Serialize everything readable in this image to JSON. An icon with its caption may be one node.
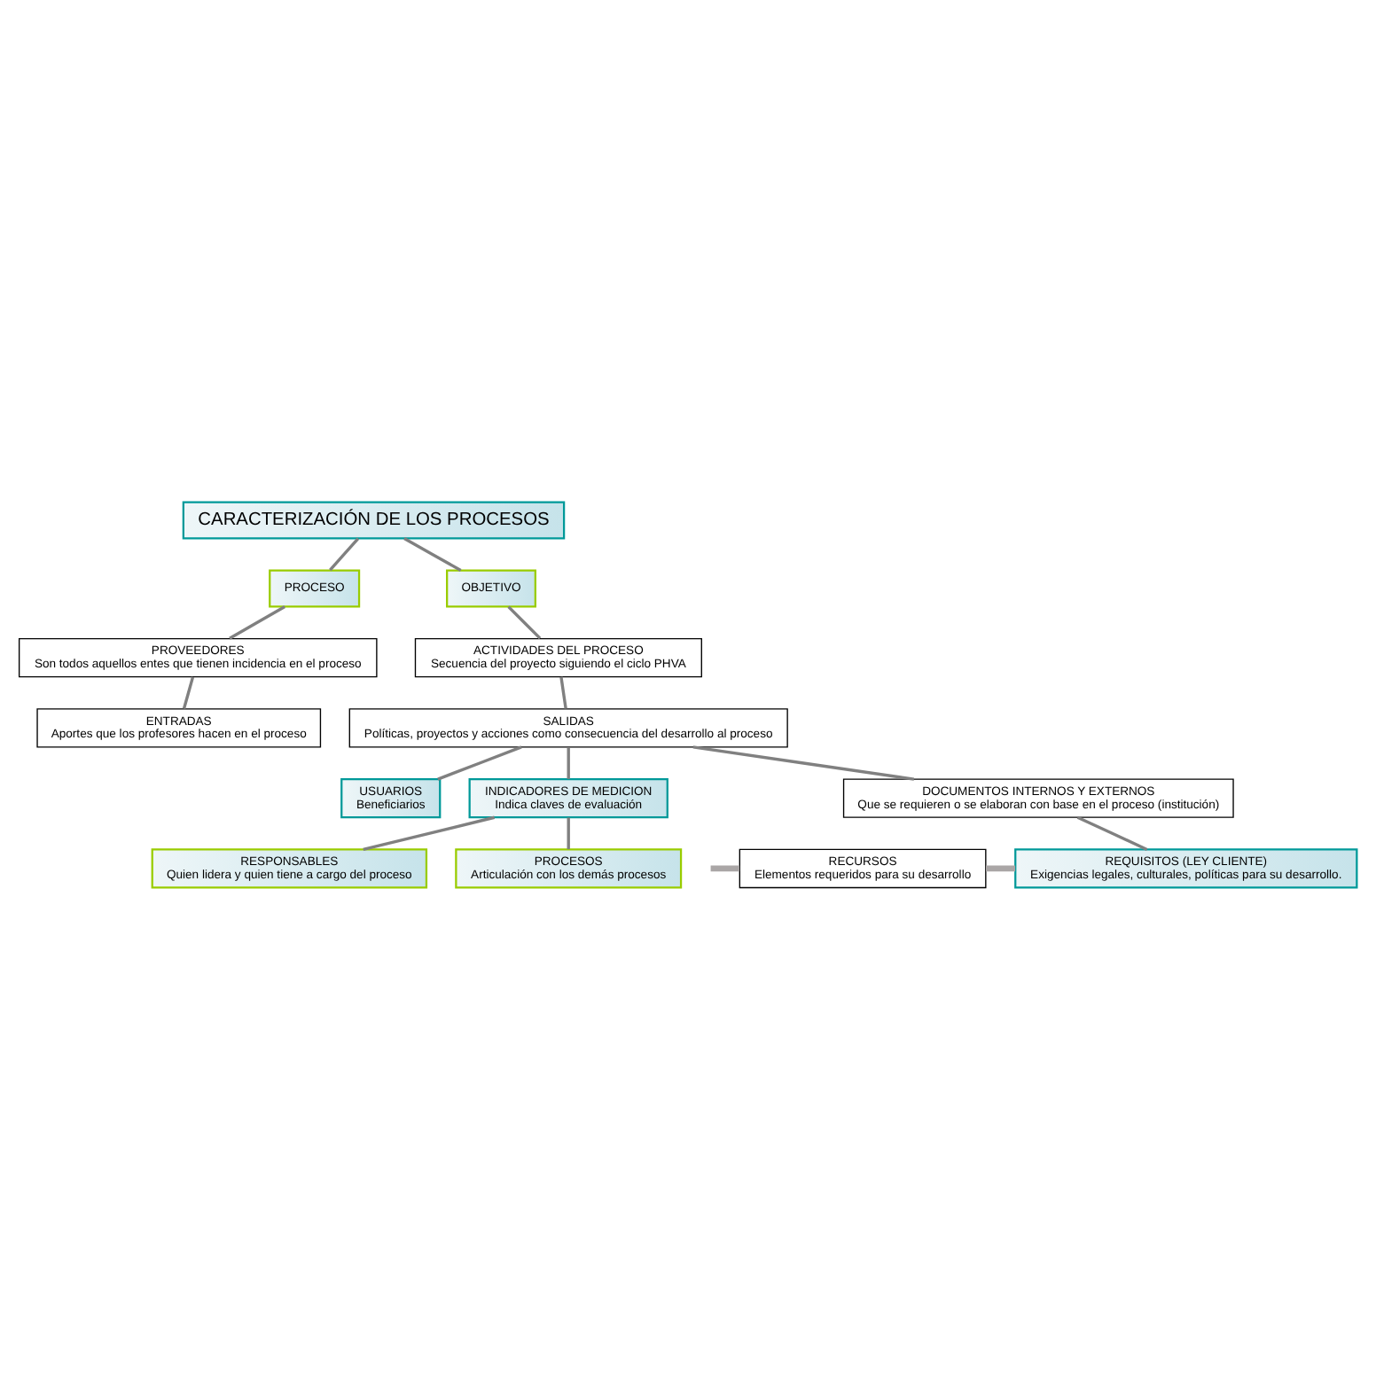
{
  "diagram": {
    "nodes": [
      {
        "text": [
          "CARACTERIZACIÓN DE LOS PROCESOS"
        ]
      },
      {
        "text": [
          "PROCESO"
        ]
      },
      {
        "text": [
          "OBJETIVO"
        ]
      },
      {
        "text": [
          "PROVEEDORES",
          "Son todos aquellos entes que tienen incidencia en el proceso"
        ]
      },
      {
        "text": [
          "ENTRADAS",
          "Aportes que los profesores hacen en el proceso"
        ]
      },
      {
        "text": [
          "ACTIVIDADES DEL PROCESO",
          "Secuencia del proyecto siguiendo el ciclo PHVA"
        ]
      },
      {
        "text": [
          "SALIDAS",
          "Políticas, proyectos y acciones como consecuencia del desarrollo al proceso"
        ]
      },
      {
        "text": [
          "USUARIOS",
          "Beneficiarios"
        ]
      },
      {
        "text": [
          "INDICADORES DE MEDICION",
          "Indica claves de evaluación"
        ]
      },
      {
        "text": [
          "DOCUMENTOS INTERNOS Y EXTERNOS",
          "Que se requieren o se elaboran con base en el proceso (institución)"
        ]
      },
      {
        "text": [
          "RESPONSABLES",
          "Quien lidera y quien tiene a cargo del proceso"
        ]
      },
      {
        "text": [
          "PROCESOS",
          "Articulación con los demás procesos"
        ]
      },
      {
        "text": [
          "RECURSOS",
          "Elementos requeridos para su desarrollo"
        ]
      },
      {
        "text": [
          "REQUISITOS (LEY CLIENTE)",
          "Exigencias legales, culturales, políticas para su desarrollo."
        ]
      }
    ],
    "edges": [
      {
        "from": 0,
        "to": 1,
        "arrow": "none"
      },
      {
        "from": 0,
        "to": 2,
        "arrow": "none"
      },
      {
        "from": 1,
        "to": 3,
        "arrow": "none"
      },
      {
        "from": 3,
        "to": 4,
        "arrow": "none"
      },
      {
        "from": 2,
        "to": 5,
        "arrow": "none"
      },
      {
        "from": 5,
        "to": 6,
        "arrow": "none"
      },
      {
        "from": 6,
        "to": 7,
        "arrow": "none"
      },
      {
        "from": 6,
        "to": 8,
        "arrow": "none"
      },
      {
        "from": 6,
        "to": 9,
        "arrow": "none"
      },
      {
        "from": 8,
        "to": 10,
        "arrow": "none"
      },
      {
        "from": 8,
        "to": 11,
        "arrow": "none"
      },
      {
        "from": 9,
        "to": 13,
        "arrow": "none"
      },
      {
        "from": null,
        "to": 12,
        "arrow": "none",
        "style": "thick",
        "color": "#aaa6a6"
      },
      {
        "from": 12,
        "to": 13,
        "arrow": "none",
        "style": "thick",
        "color": "#aaa6a6"
      }
    ]
  }
}
